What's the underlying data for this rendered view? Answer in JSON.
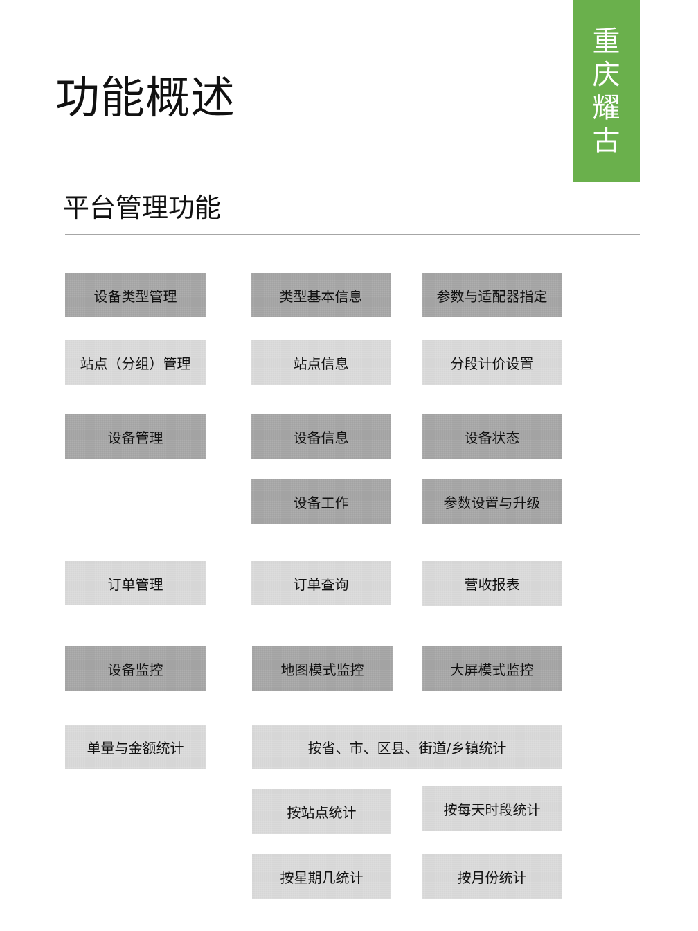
{
  "brand": {
    "chars": [
      "重",
      "庆",
      "耀",
      "古"
    ],
    "color": "#6ab04c"
  },
  "page_title": "功能概述",
  "section_title": "平台管理功能",
  "boxes": {
    "device_type_mgmt": "设备类型管理",
    "type_basic_info": "类型基本信息",
    "param_adapter": "参数与适配器指定",
    "site_group_mgmt": "站点（分组）管理",
    "site_info": "站点信息",
    "segment_pricing": "分段计价设置",
    "device_mgmt": "设备管理",
    "device_info": "设备信息",
    "device_status": "设备状态",
    "device_work": "设备工作",
    "param_upgrade": "参数设置与升级",
    "order_mgmt": "订单管理",
    "order_query": "订单查询",
    "revenue_report": "营收报表",
    "device_monitor": "设备监控",
    "map_monitor": "地图模式监控",
    "bigscreen_monitor": "大屏模式监控",
    "qty_amount_stats": "单量与金额统计",
    "region_stats": "按省、市、区县、街道/乡镇统计",
    "site_stats": "按站点统计",
    "daily_period_stats": "按每天时段统计",
    "weekday_stats": "按星期几统计",
    "monthly_stats": "按月份统计"
  },
  "colors": {
    "dark_box": "#a3a3a3",
    "light_box": "#d6d6d6"
  }
}
